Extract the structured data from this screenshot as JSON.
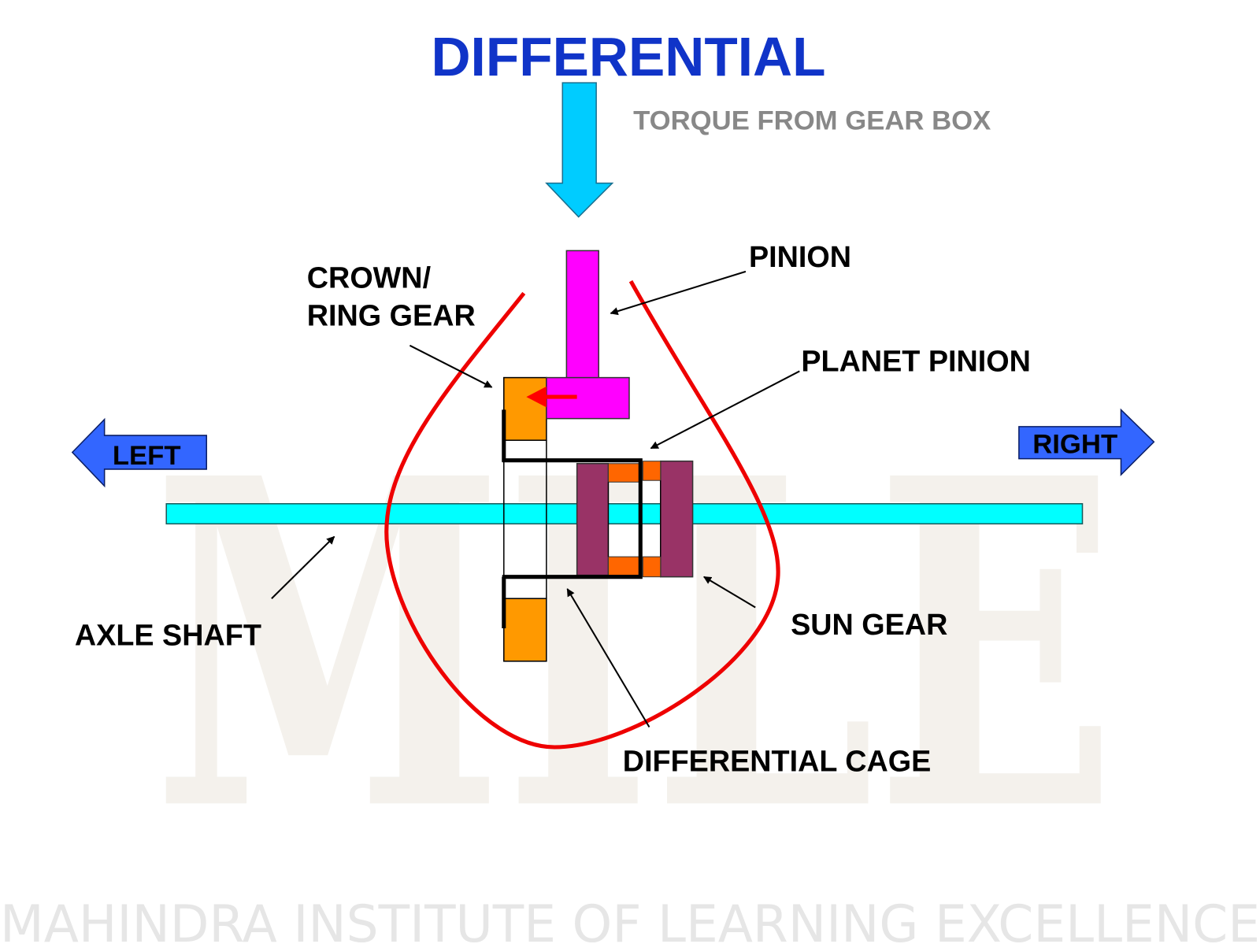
{
  "title": "DIFFERENTIAL",
  "input_label": "TORQUE FROM GEAR BOX",
  "directions": {
    "left": "LEFT",
    "right": "RIGHT"
  },
  "labels": {
    "crown_line1": "CROWN/",
    "crown_line2": "RING GEAR",
    "pinion": "PINION",
    "planet_pinion": "PLANET PINION",
    "axle_shaft": "AXLE SHAFT",
    "sun_gear": "SUN GEAR",
    "differential_cage": "DIFFERENTIAL CAGE"
  },
  "watermark": "MILE",
  "footer": "MAHINDRA INSTITUTE OF LEARNING EXCELLENCE",
  "colors": {
    "title": "#1034c8",
    "torque_arrow": "#00ccff",
    "pinion": "#ff00ff",
    "crown": "#ff9900",
    "axle": "#00ffff",
    "sun_gear": "#993366",
    "planet": "#ff6600",
    "cage_outline": "#ee0000",
    "direction_arrows": "#3366ff"
  }
}
